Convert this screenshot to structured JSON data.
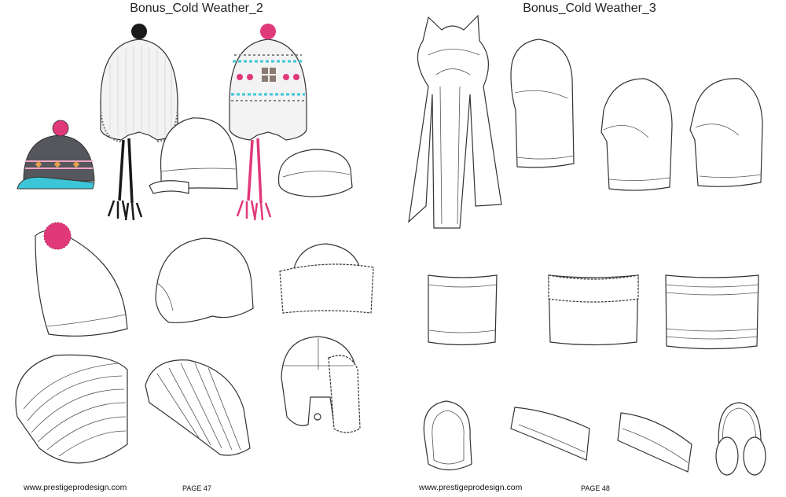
{
  "left_page": {
    "title": "Bonus_Cold Weather_2",
    "website": "www.prestigeprodesign.com",
    "page_label": "PAGE 47"
  },
  "right_page": {
    "title": "Bonus_Cold Weather_3",
    "website": "www.prestigeprodesign.com",
    "page_label": "PAGE 48"
  },
  "colors": {
    "pompom_pink": "#e0397a",
    "cap_gray": "#55575c",
    "brim_cyan": "#3cc6d8",
    "cord_black": "#1a1a1a",
    "line": "#333333"
  }
}
